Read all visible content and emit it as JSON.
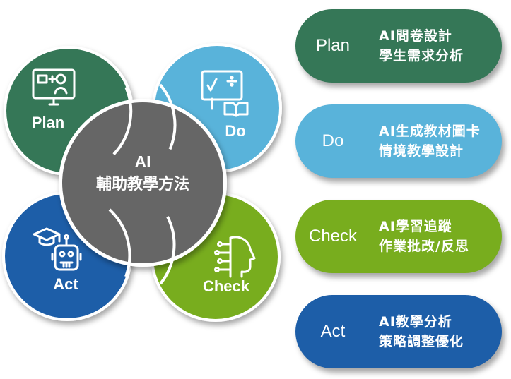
{
  "colors": {
    "plan": "#357757",
    "do": "#59B3DA",
    "check": "#78AD1E",
    "act": "#1D5EA8",
    "center": "#666666"
  },
  "center": {
    "line1": "AI",
    "line2": "輔助教學方法"
  },
  "quadrants": [
    {
      "key": "plan",
      "label": "Plan",
      "icon": "presentation-board-icon"
    },
    {
      "key": "do",
      "label": "Do",
      "icon": "math-book-icon"
    },
    {
      "key": "act",
      "label": "Act",
      "icon": "graduate-robot-icon"
    },
    {
      "key": "check",
      "label": "Check",
      "icon": "ai-head-icon"
    }
  ],
  "pills": [
    {
      "key": "plan",
      "label": "Plan",
      "line1": "AI問卷設計",
      "line2": "學生需求分析"
    },
    {
      "key": "do",
      "label": "Do",
      "line1": "AI生成教材圖卡",
      "line2": "情境教學設計"
    },
    {
      "key": "check",
      "label": "Check",
      "line1": "AI學習追蹤",
      "line2": "作業批改/反思"
    },
    {
      "key": "act",
      "label": "Act",
      "line1": "AI教學分析",
      "line2": "策略調整優化"
    }
  ]
}
